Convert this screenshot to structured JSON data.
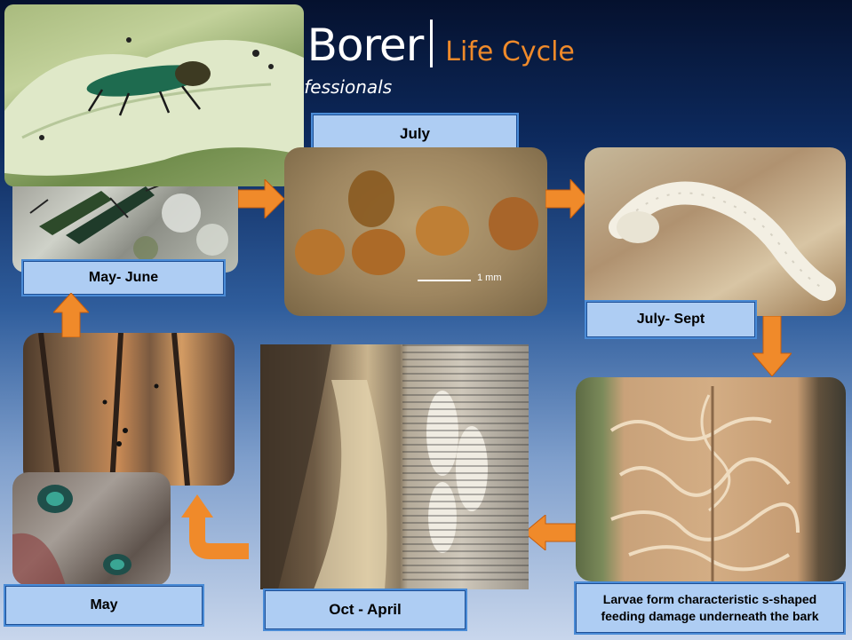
{
  "header": {
    "title": "h Borer",
    "subtitle_label": "Life Cycle",
    "tagline": "ofessionals"
  },
  "stages": [
    {
      "label": "May- June"
    },
    {
      "label": "July"
    },
    {
      "label": "July- Sept"
    },
    {
      "label": "Larvae form characteristic s-shaped feeding damage underneath the bark"
    },
    {
      "label": "Oct - April"
    },
    {
      "label": "May"
    }
  ],
  "photos": {
    "adult_on_leaf": "adult-beetle-on-leaf",
    "adults_on_bark": "adult-beetles-on-bark",
    "eggs": "eggs",
    "egg_scale": "1 mm",
    "larva": "larva",
    "galleries": "s-shaped-galleries",
    "pupae": "pupae-in-wood",
    "bark_exit": "bark-with-exit-holes",
    "emerging": "adults-emerging"
  },
  "colors": {
    "accent_orange": "#f08a2a",
    "label_fill": "#aecdf3",
    "label_border": "#4a8bd6"
  }
}
